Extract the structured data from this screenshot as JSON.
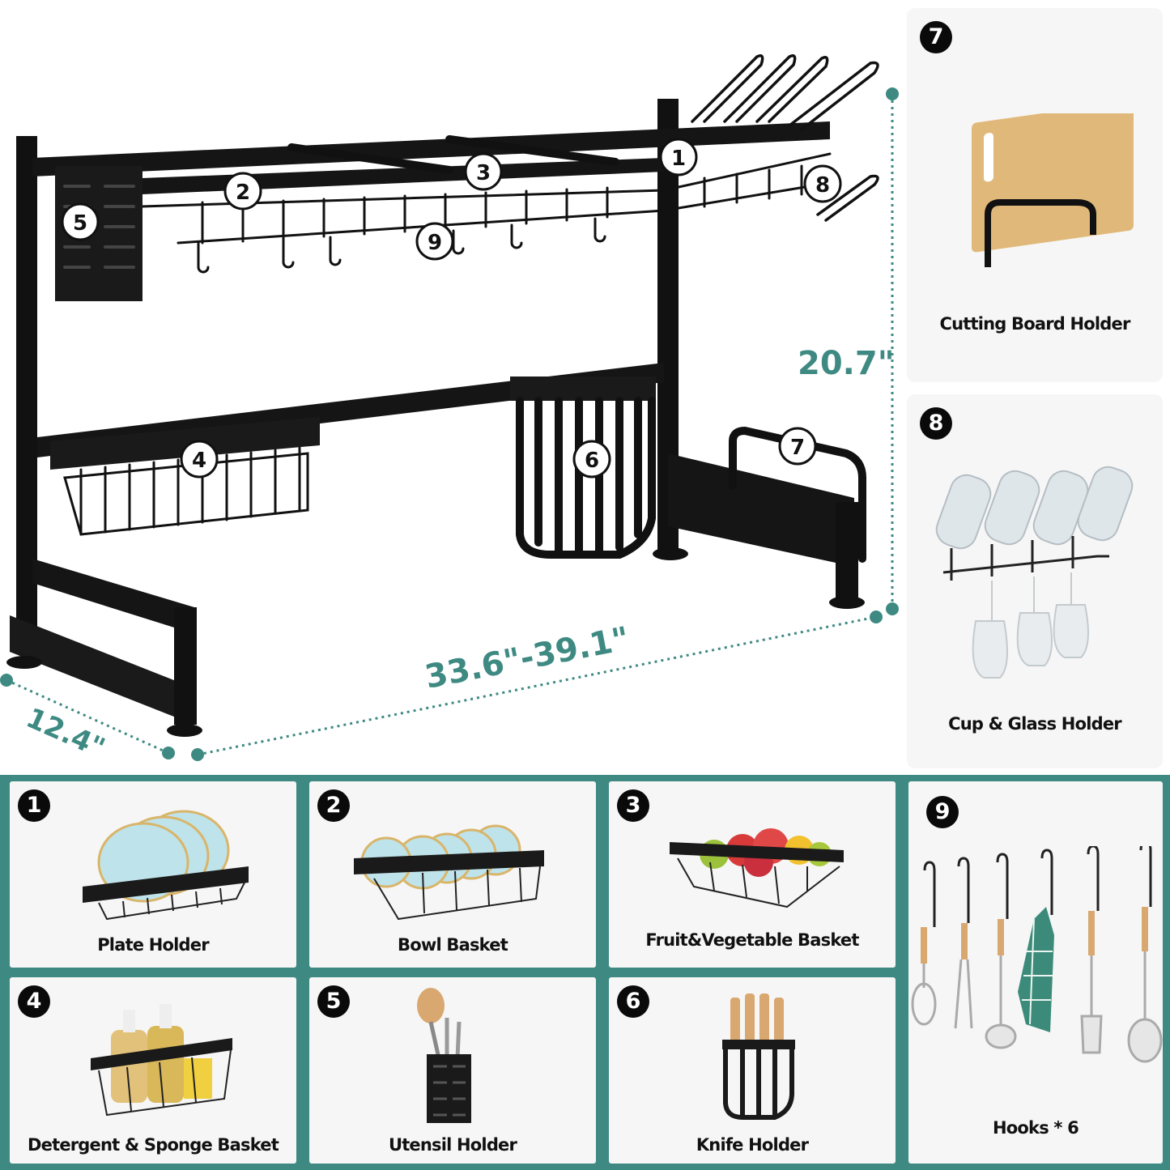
{
  "colors": {
    "accent": "#3e8a83",
    "rack": "#111111",
    "card": "#f6f6f6",
    "badge": "#0a0a0a"
  },
  "dimensions": {
    "height": "20.7\"",
    "width": "33.6\"-39.1\"",
    "depth": "12.4\""
  },
  "callouts": [
    "1",
    "2",
    "3",
    "4",
    "5",
    "6",
    "7",
    "8",
    "9"
  ],
  "side_panels": [
    {
      "number": "7",
      "label": "Cutting Board Holder",
      "icon": "cutting-board-holder-icon"
    },
    {
      "number": "8",
      "label": "Cup & Glass Holder",
      "icon": "cup-glass-holder-icon"
    }
  ],
  "accessories": [
    {
      "number": "1",
      "label": "Plate Holder",
      "icon": "plate-holder-icon"
    },
    {
      "number": "2",
      "label": "Bowl Basket",
      "icon": "bowl-basket-icon"
    },
    {
      "number": "3",
      "label": "Fruit&Vegetable Basket",
      "icon": "fruit-basket-icon"
    },
    {
      "number": "4",
      "label": "Detergent & Sponge Basket",
      "icon": "detergent-basket-icon"
    },
    {
      "number": "5",
      "label": "Utensil Holder",
      "icon": "utensil-holder-icon"
    },
    {
      "number": "6",
      "label": "Knife Holder",
      "icon": "knife-holder-icon"
    },
    {
      "number": "9",
      "label": "Hooks * 6",
      "icon": "hooks-icon"
    }
  ]
}
